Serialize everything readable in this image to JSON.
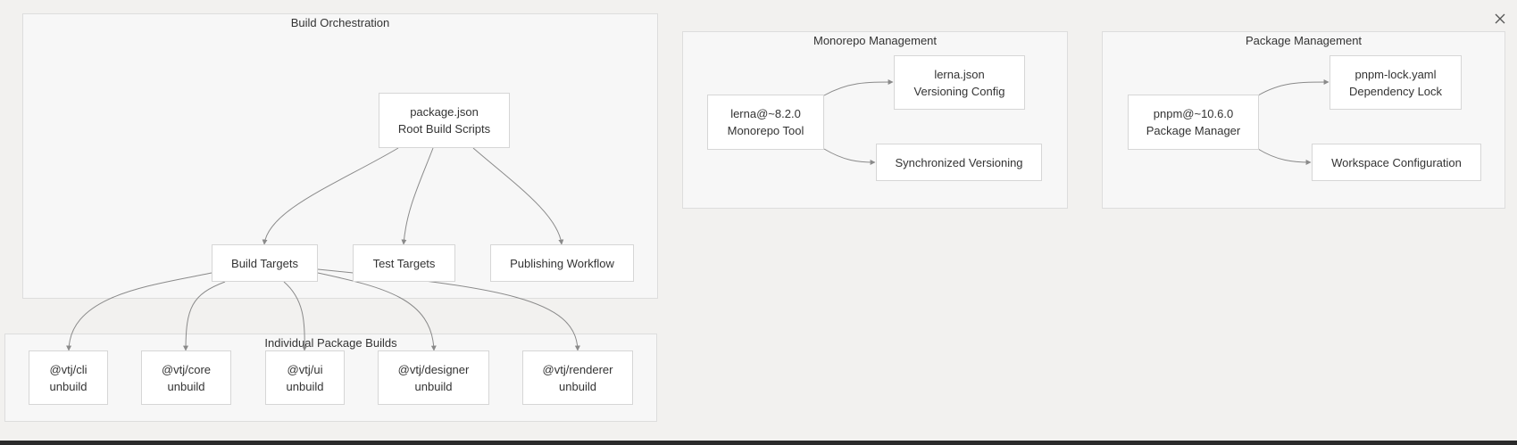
{
  "clusters": {
    "build_orchestration": "Build Orchestration",
    "individual_builds": "Individual Package Builds",
    "monorepo_management": "Monorepo Management",
    "package_management": "Package Management"
  },
  "nodes": {
    "package_json": {
      "line1": "package.json",
      "line2": "Root Build Scripts"
    },
    "build_targets": "Build Targets",
    "test_targets": "Test Targets",
    "publishing_workflow": "Publishing Workflow",
    "vtj_cli": {
      "line1": "@vtj/cli",
      "line2": "unbuild"
    },
    "vtj_core": {
      "line1": "@vtj/core",
      "line2": "unbuild"
    },
    "vtj_ui": {
      "line1": "@vtj/ui",
      "line2": "unbuild"
    },
    "vtj_designer": {
      "line1": "@vtj/designer",
      "line2": "unbuild"
    },
    "vtj_renderer": {
      "line1": "@vtj/renderer",
      "line2": "unbuild"
    },
    "lerna": {
      "line1": "lerna@~8.2.0",
      "line2": "Monorepo Tool"
    },
    "lerna_json": {
      "line1": "lerna.json",
      "line2": "Versioning Config"
    },
    "sync_versioning": "Synchronized Versioning",
    "pnpm": {
      "line1": "pnpm@~10.6.0",
      "line2": "Package Manager"
    },
    "pnpm_lock": {
      "line1": "pnpm-lock.yaml",
      "line2": "Dependency Lock"
    },
    "workspace_config": "Workspace Configuration"
  },
  "colors": {
    "background": "#f2f1ef",
    "cluster_fill": "#f7f7f7",
    "node_fill": "#ffffff",
    "edge": "#8a8a8a"
  }
}
